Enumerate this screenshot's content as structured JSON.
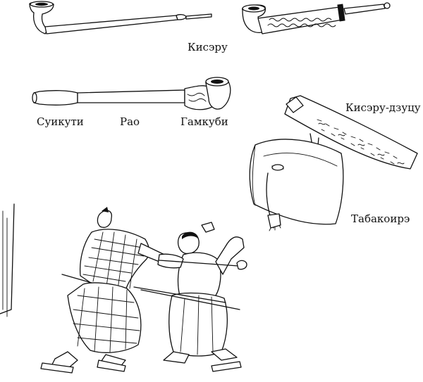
{
  "labels": {
    "kiseru": "Кисэру",
    "suikuti": "Суикути",
    "rao": "Рао",
    "gamkubi": "Гамкуби",
    "kiseru_dzutsu": "Кисэру-дзуцу",
    "tabakoire": "Табакоирэ"
  },
  "colors": {
    "ink": "#111111",
    "paper": "#ffffff"
  }
}
